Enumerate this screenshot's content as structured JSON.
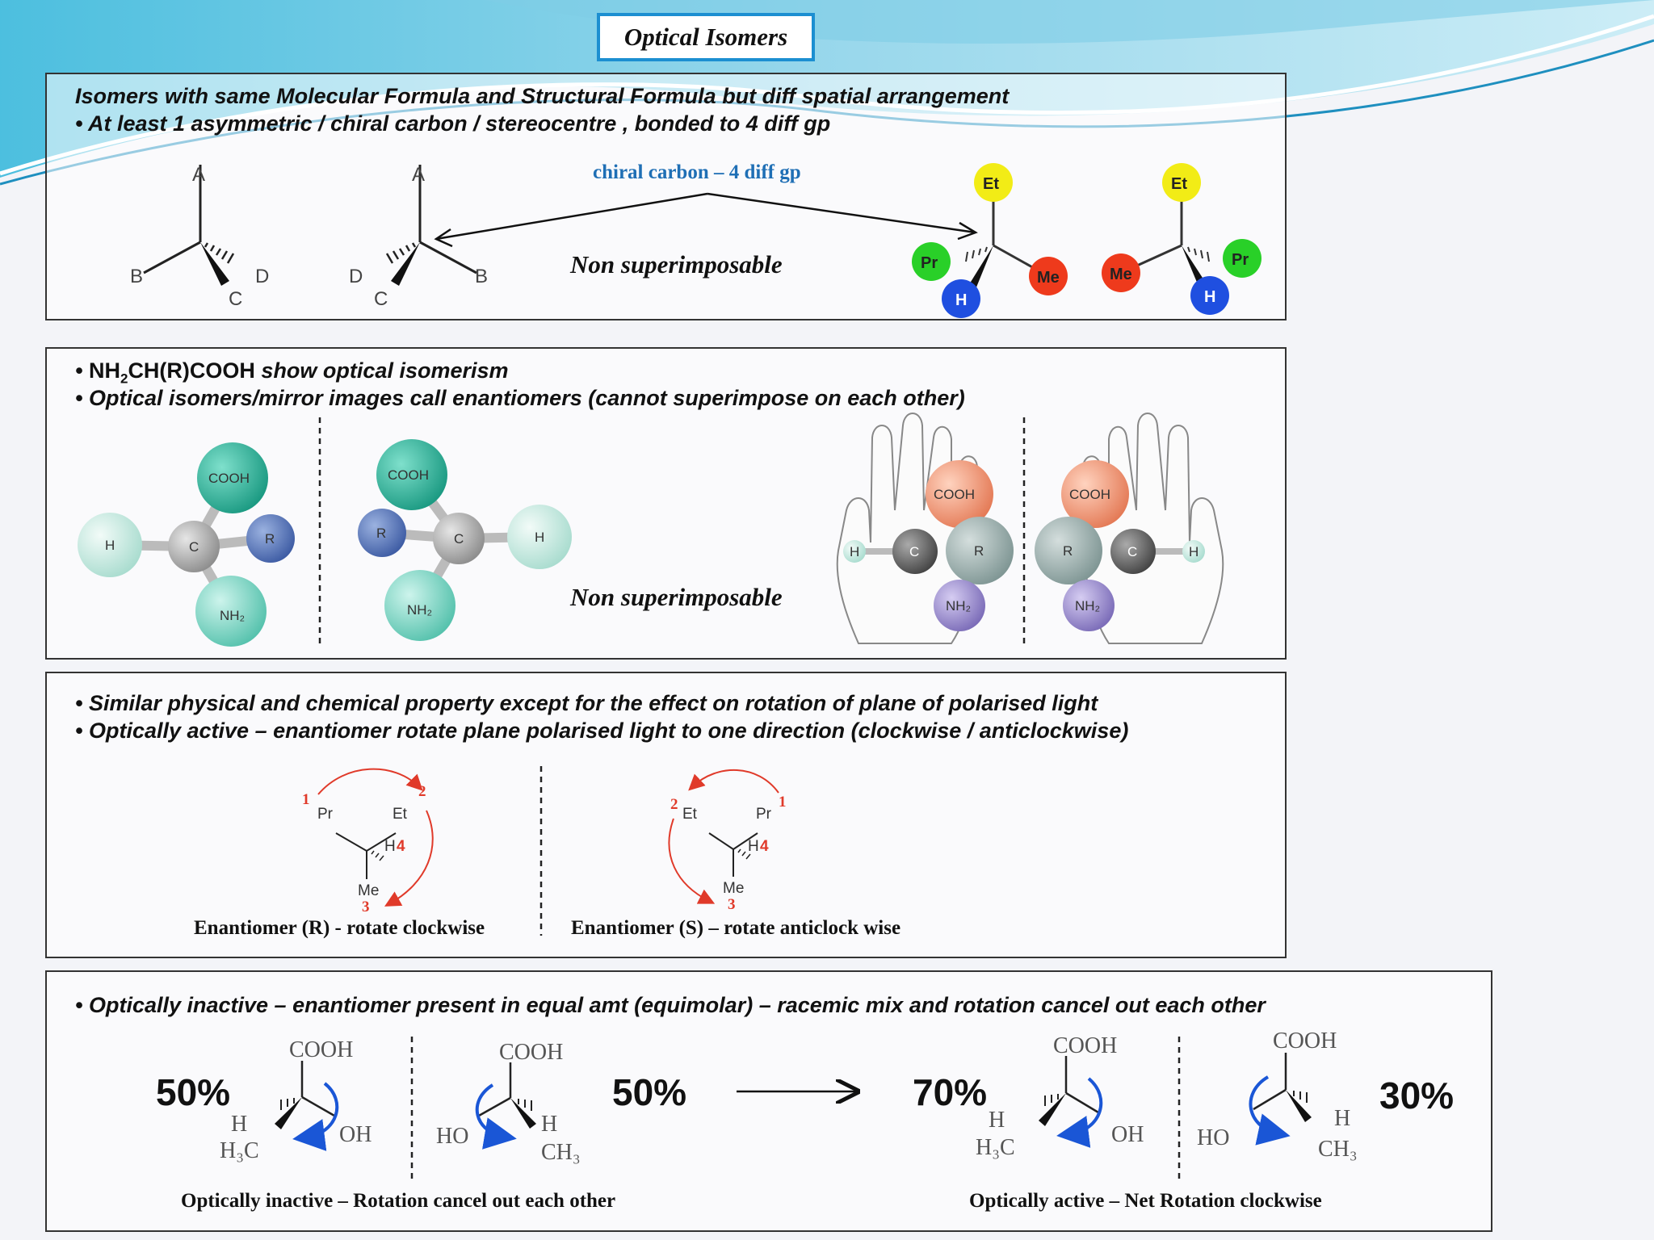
{
  "title": "Optical Isomers",
  "panel1": {
    "line1": "Isomers with same Molecular Formula and Structural Formula but diff spatial arrangement",
    "line2": "At least 1 asymmetric / chiral carbon / stereocentre , bonded to 4 diff gp",
    "chiral_label": "chiral carbon – 4 diff gp",
    "non_superimposable": "Non superimposable",
    "left_structure_labels": [
      "A",
      "B",
      "C",
      "D"
    ],
    "ball_labels": [
      "Et",
      "Pr",
      "Me",
      "H"
    ]
  },
  "panel2": {
    "line1_formula_a": "NH",
    "line1_formula_sub": "2",
    "line1_formula_b": "CH(R)COOH",
    "line1_rest": " show optical isomerism",
    "line2": "Optical isomers/mirror images  call enantiomers (cannot superimpose on each other)",
    "non_superimposable": "Non superimposable",
    "model_labels": [
      "COOH",
      "C",
      "R",
      "H",
      "NH2"
    ]
  },
  "panel3": {
    "line1": "Similar physical and chemical property except for the effect on rotation of plane of polarised light",
    "line2": "Optically active – enantiomer rotate plane polarised light to one direction (clockwise /  anticlockwise)",
    "caption_r": "Enantiomer (R) - rotate clockwise",
    "caption_s": "Enantiomer (S) – rotate anticlock wise",
    "structure_labels": [
      "Pr",
      "Et",
      "H",
      "4",
      "Me",
      "1",
      "2",
      "3"
    ]
  },
  "panel4": {
    "line1": "Optically inactive – enantiomer  present in equal amt (equimolar) – racemic mix and rotation cancel out  each other",
    "pct1": "50%",
    "pct2": "50%",
    "pct3": "70%",
    "pct4": "30%",
    "caption_left": "Optically inactive – Rotation cancel out each other",
    "caption_right": "Optically active – Net  Rotation clockwise",
    "structure_labels": [
      "COOH",
      "H",
      "OH",
      "HO",
      "H3C",
      "CH3"
    ]
  },
  "colors": {
    "title_border": "#1c8fd1",
    "chiral_label": "#1f6fb5",
    "et_ball": "#f2ec16",
    "pr_ball": "#29d028",
    "me_ball": "#ee3a1c",
    "h_ball": "#1f4fe0",
    "cooh_ball": "#2bb39a",
    "r_ball": "#5a78b8",
    "nh2_ball": "#7fd8c8",
    "rotation_arrow": "#1a56d6",
    "numbering_red": "#e03a2a"
  }
}
